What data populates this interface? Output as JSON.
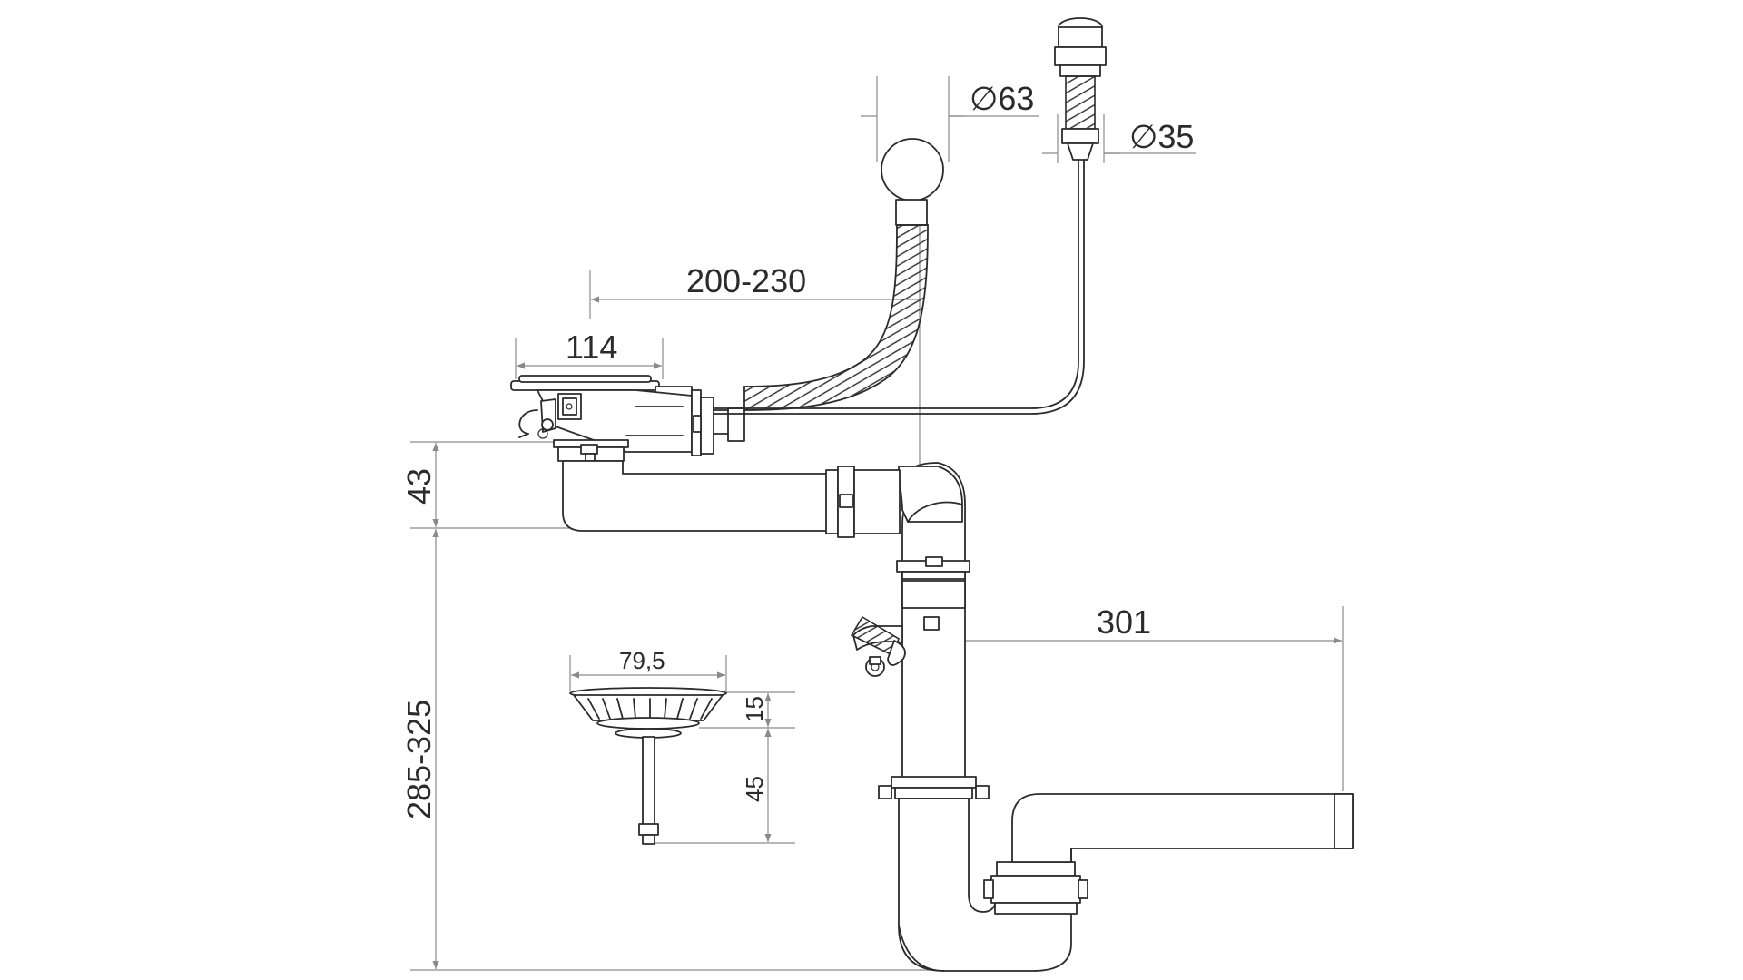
{
  "colors": {
    "line": "#2b2b2b",
    "dimension": "#8a8a8a",
    "background": "#ffffff"
  },
  "dimensions": {
    "overflow_diameter": "∅63",
    "button_diameter": "∅35",
    "flex_hose_length": "200-230",
    "strainer_bowl_width": "114",
    "outlet_offset": "43",
    "total_height": "285-325",
    "outlet_reach": "301",
    "basket_diameter": "79,5",
    "basket_rim": "15",
    "basket_stem": "45"
  }
}
